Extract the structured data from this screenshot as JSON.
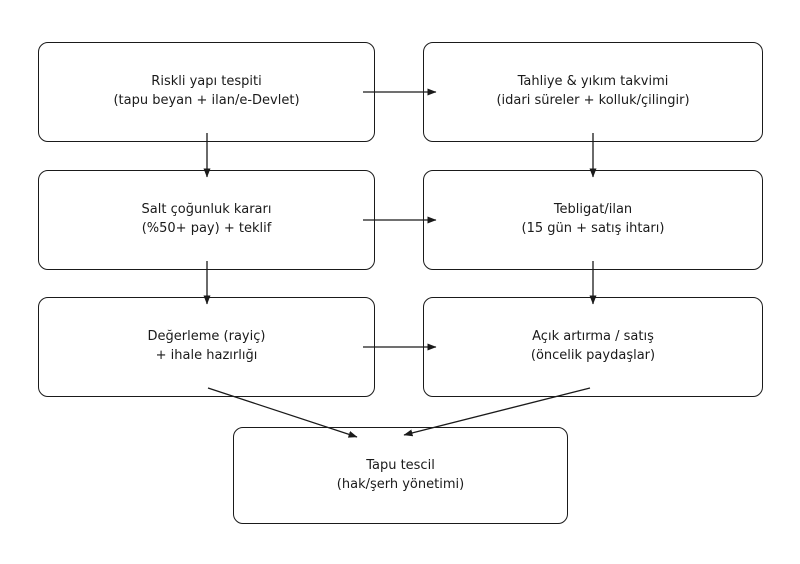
{
  "diagram": {
    "type": "flowchart",
    "background": "#ffffff",
    "node_fill": "#ffffff",
    "stroke_color": "#1a1a1a",
    "nodes": {
      "riskli": {
        "line1": "Riskli yapı tespiti",
        "line2": "(tapu beyan + ilan/e-Devlet)"
      },
      "tahliye": {
        "line1": "Tahliye & yıkım takvimi",
        "line2": "(idari süreler + kolluk/çilingir)"
      },
      "salt": {
        "line1": "Salt çoğunluk kararı",
        "line2": "(%50+ pay) + teklif"
      },
      "tebligat": {
        "line1": "Tebligat/ilan",
        "line2": "(15 gün + satış ihtarı)"
      },
      "degerleme": {
        "line1": "Değerleme (rayiç)",
        "line2": "+ ihale hazırlığı"
      },
      "acik": {
        "line1": "Açık artırma / satış",
        "line2": "(öncelik paydaşlar)"
      },
      "tapu": {
        "line1": "Tapu tescil",
        "line2": "(hak/şerh yönetimi)"
      }
    },
    "edges": [
      {
        "from": "riskli",
        "to": "tahliye"
      },
      {
        "from": "riskli",
        "to": "salt"
      },
      {
        "from": "tahliye",
        "to": "tebligat"
      },
      {
        "from": "salt",
        "to": "tebligat"
      },
      {
        "from": "salt",
        "to": "degerleme"
      },
      {
        "from": "tebligat",
        "to": "acik"
      },
      {
        "from": "degerleme",
        "to": "acik"
      },
      {
        "from": "degerleme",
        "to": "tapu"
      },
      {
        "from": "acik",
        "to": "tapu"
      }
    ]
  }
}
